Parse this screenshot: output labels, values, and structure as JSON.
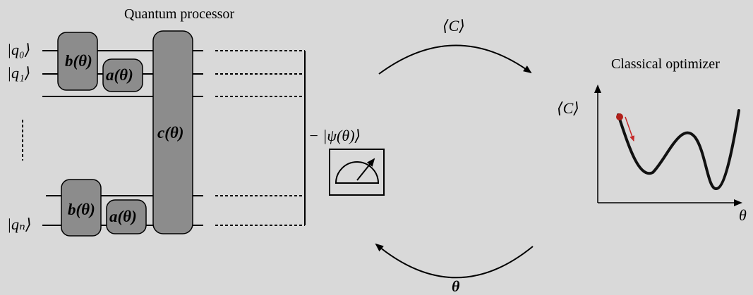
{
  "labels": {
    "processor_title": "Quantum processor",
    "optimizer_title": "Classical optimizer",
    "expectation_top": "⟨C⟩",
    "expectation_axis": "⟨C⟩",
    "theta_bottom": "θ",
    "theta_axis": "θ",
    "psi_state": "− |ψ(θ)⟩"
  },
  "qubits": {
    "q0": "|q₀⟩",
    "q1": "|q₁⟩",
    "qn": "|qₙ⟩"
  },
  "gates": {
    "b_top": "b(θ)",
    "a_top": "a(θ)",
    "c_big": "c(θ)",
    "b_bottom": "b(θ)",
    "a_bottom": "a(θ)"
  },
  "colors": {
    "background": "#d9d9d9",
    "gate_fill": "#8c8c8c",
    "line": "#000000",
    "optimizer_point": "#b0201a",
    "gradient_arrow": "#c62828"
  },
  "icons": [
    "measurement-meter-icon",
    "ellipsis-vertical-icon"
  ]
}
